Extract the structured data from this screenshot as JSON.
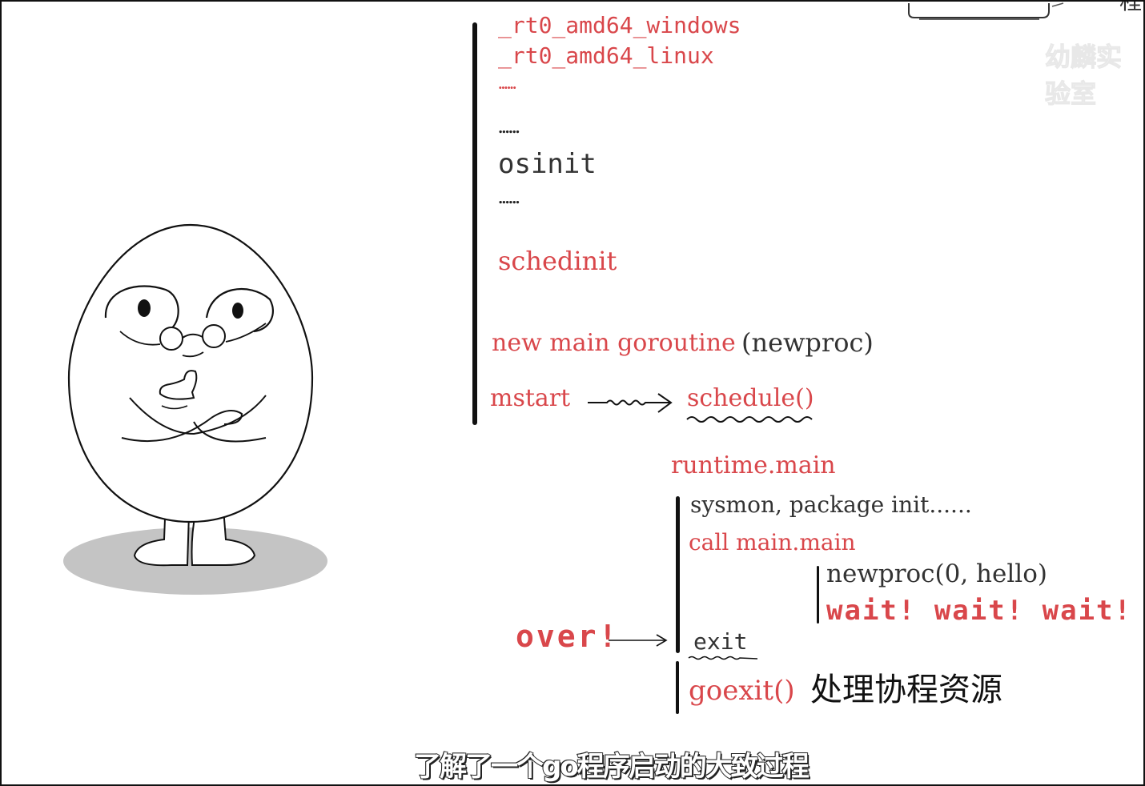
{
  "code_lines": {
    "rt0_windows": "_rt0_amd64_windows",
    "rt0_linux": "_rt0_amd64_linux",
    "dots_red": "......",
    "dots_1": "......",
    "osinit": "osinit",
    "dots_2": "......",
    "schedinit": "schedinit",
    "new_main_goroutine": "new main goroutine",
    "newproc_paren": "(newproc)",
    "mstart": "mstart",
    "schedule": "schedule()"
  },
  "runtime_main": {
    "title": "runtime.main",
    "sysmon": "sysmon, package init......",
    "call_main": "call main.main",
    "newproc_hello": "newproc(0, hello)",
    "wait_text": "wait! wait! wait!",
    "exit": "exit",
    "over": "over!",
    "goexit": "goexit()",
    "goexit_desc": "处理协程资源"
  },
  "subtitle": "了解了一个go程序启动的大致过程",
  "watermark": "幼麟实验室",
  "corner_glyph": "程",
  "colors": {
    "accent_red": "#d9474b",
    "ink": "#222222",
    "shadow_gray": "#c4c4c4"
  }
}
